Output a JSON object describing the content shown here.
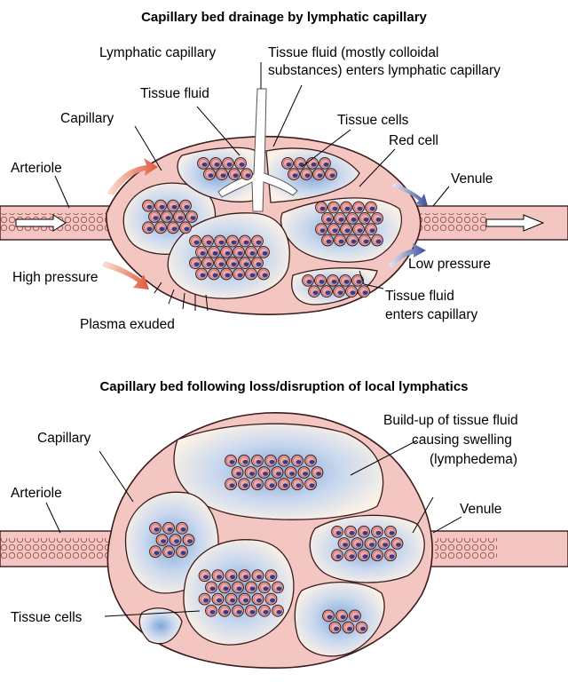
{
  "top": {
    "title": "Capillary bed drainage by lymphatic capillary",
    "labels": {
      "lymphatic_capillary": "Lymphatic capillary",
      "tissue_fluid_enters_1": "Tissue fluid (mostly colloidal",
      "tissue_fluid_enters_2": "substances) enters lymphatic capillary",
      "tissue_fluid": "Tissue fluid",
      "capillary": "Capillary",
      "tissue_cells": "Tissue cells",
      "red_cell": "Red cell",
      "arteriole": "Arteriole",
      "venule": "Venule",
      "high_pressure": "High pressure",
      "low_pressure": "Low pressure",
      "fluid_enters_capillary_1": "Tissue fluid",
      "fluid_enters_capillary_2": "enters capillary",
      "plasma_exuded": "Plasma exuded"
    }
  },
  "bottom": {
    "title": "Capillary bed following loss/disruption of local lymphatics",
    "labels": {
      "buildup_1": "Build-up of tissue fluid",
      "buildup_2": "causing swelling",
      "buildup_3": "(lymphedema)",
      "capillary": "Capillary",
      "arteriole": "Arteriole",
      "venule": "Venule",
      "tissue_cells": "Tissue cells"
    }
  },
  "colors": {
    "wall": "#f3c6c2",
    "cell": "#f4a7a3",
    "nucleus": "#2f3e8f",
    "fluid_blue": "#7fa6d6",
    "high_pressure_arrow": "#e0563a",
    "low_pressure_arrow": "#3c4f9c"
  }
}
